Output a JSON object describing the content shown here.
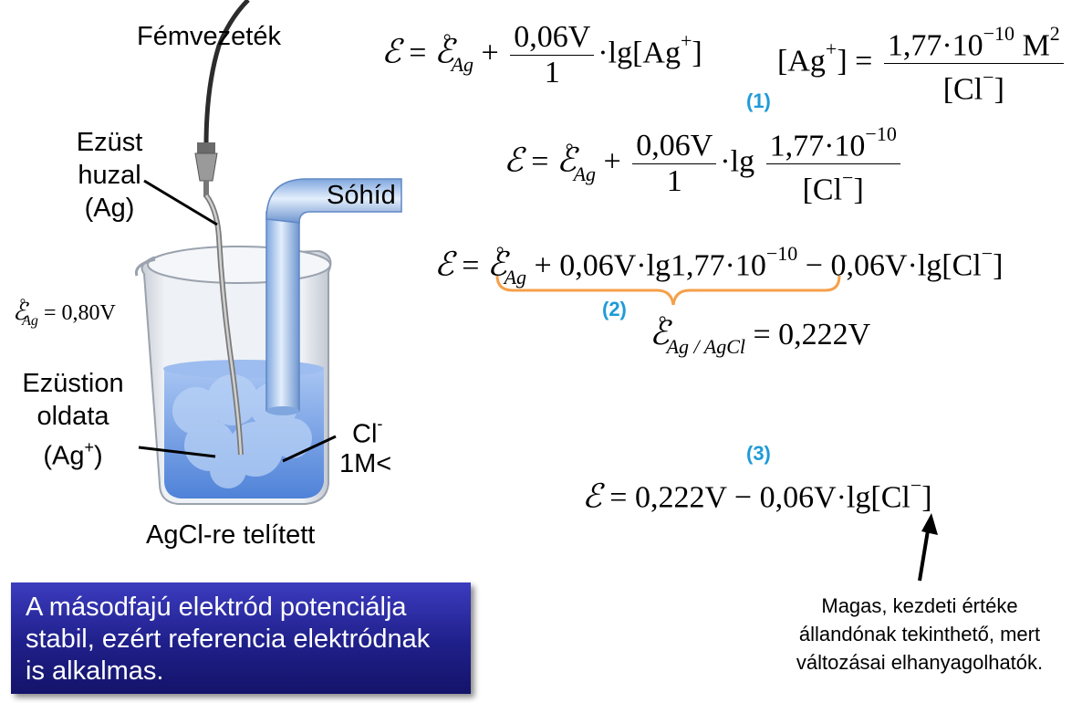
{
  "labels": {
    "wire": "Fémvezeték",
    "silver_wire": [
      "Ezüst",
      "huzal",
      "(Ag)"
    ],
    "salt_bridge": "Sóhíd",
    "standard_potential": "= 0,80V",
    "solution": [
      "Ezüstion",
      "oldata"
    ],
    "solution_ion": "(Ag",
    "solution_ion_sup": "+",
    "solution_ion_close": ")",
    "chloride": "Cl",
    "chloride_sup": "-",
    "concentration": "1M<",
    "saturated": "AgCl-re telített"
  },
  "equations": {
    "symbol": "ℰ",
    "ag_sub": "Ag",
    "deg": "°",
    "eq1": {
      "rhs_plus": "+",
      "frac_num": "0,06V",
      "frac_den": "1",
      "log": "·lg[Ag",
      "log_sup": "+",
      "log_close": "]",
      "ag_conc": "[Ag",
      "ag_conc_sup": "+",
      "ag_conc_close": "] =",
      "ksp_num": "1,77·10",
      "ksp_exp": "−10",
      "ksp_unit": " M",
      "ksp_unit_exp": "2",
      "ksp_den": "[Cl",
      "ksp_den_sup": "−",
      "ksp_den_close": "]"
    },
    "eq2": {
      "frac_num": "0,06V",
      "frac_den": "1",
      "log": "·lg",
      "inner_num": "1,77·10",
      "inner_exp": "−10",
      "inner_den": "[Cl",
      "inner_den_sup": "−",
      "inner_den_close": "]"
    },
    "eq3": {
      "part1": " + 0,06V·lg1,77·10",
      "part1_exp": "−10",
      "part2": " − 0,06V·lg[Cl",
      "part2_sup": "−",
      "part2_close": "]"
    },
    "eq4": {
      "sub": "Ag / AgCl",
      "value": " = 0,222V"
    },
    "eq5": {
      "text": " = 0,222V − 0,06V·lg[Cl",
      "sup": "−",
      "close": "]"
    }
  },
  "steps": [
    "(1)",
    "(2)",
    "(3)"
  ],
  "note": "A másodfajú elektród potenciálja stabil, ezért referencia elektródnak is alkalmas.",
  "remark": [
    "Magas, kezdeti értéke",
    "állandónak tekinthető, mert",
    "változásai elhanyagolhatók."
  ],
  "colors": {
    "step_label": "#1E9BD7",
    "brace": "#F5A04A",
    "note_bg": "#1f1f8a",
    "liquid": "#6f9ee6"
  }
}
